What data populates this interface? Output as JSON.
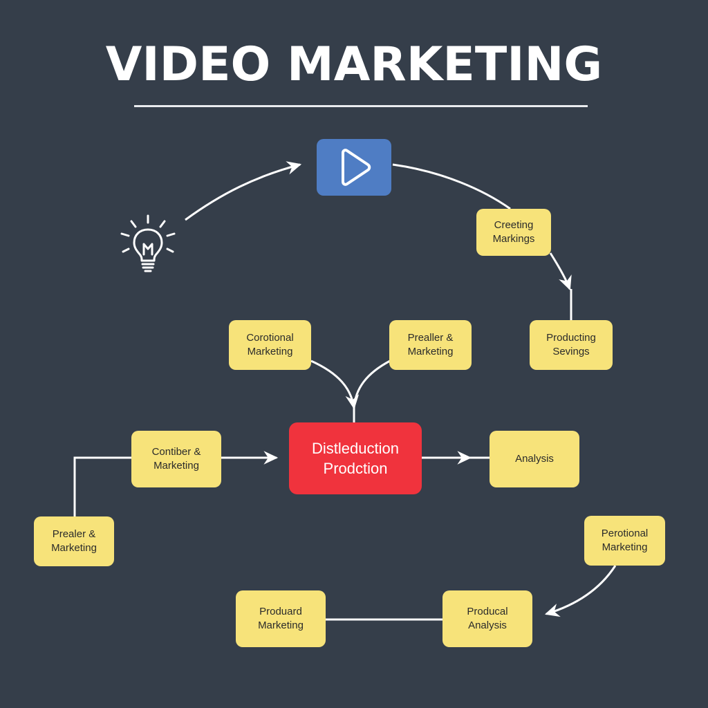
{
  "title": "VIDEO MARKETING",
  "icons": {
    "start": "lightbulb-icon",
    "video": "play-icon"
  },
  "colors": {
    "background": "#353e4a",
    "node_fill": "#f7e37a",
    "center_node_fill": "#f0333d",
    "video_fill": "#4f7dc4",
    "line": "#ffffff"
  },
  "nodes": {
    "creating_markings": "Creeting\nMarkings",
    "producting_sevings": "Producting\nSevings",
    "corotional_marketing": "Corotional\nMarketing",
    "prealer_marketing_top": "Prealler &\nMarketing",
    "contiber_marketing": "Contiber &\nMarketing",
    "center": "Distleduction\nProdction",
    "analysis": "Analysis",
    "prealer_marketing_left": "Prealer &\nMarketing",
    "perotional_marketing": "Perotional\nMarketing",
    "producal_analysis": "Producal\nAnalysis",
    "produard_marketing": "Produard\nMarketing"
  }
}
